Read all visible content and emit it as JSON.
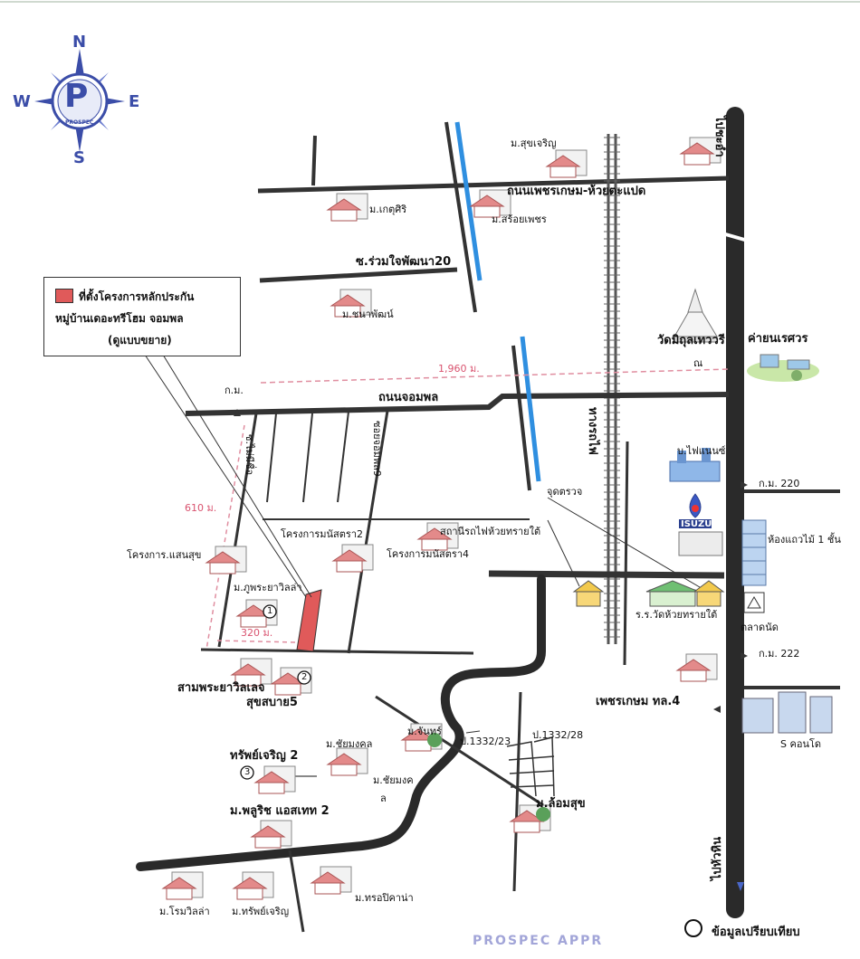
{
  "compass": {
    "n": "N",
    "s": "S",
    "e": "E",
    "w": "W",
    "logo_letter": "P",
    "logo_text": "PROSPEC",
    "accent_color": "#3b4da8"
  },
  "legend": {
    "line1": "ที่ตั้งโครงการหลักประกัน",
    "line2": "หมู่บ้านเดอะทรีโฮม จอมพล",
    "line3": "(ดูแบบขยาย)",
    "swatch_color": "#e05a5a"
  },
  "roads": {
    "to_north": "ไปชะอำ",
    "to_south": "ไปหัวหิน",
    "petchkasem_huaytapad": "ถนนเพชรเกษม-ห้วยตะแปด",
    "soi_ruamjai": "ซ.ร่วมใจพัฒนา20",
    "jompol_road": "ถนนจอมพล",
    "railway": "ทางรถไฟ",
    "soi_jompol9": "ซอยจอมพล9",
    "soi_maimeechue": "ซ.ไม่มีชื่อ",
    "km_label": "ก.ม.",
    "km220": "ก.ม. 220",
    "km222": "ก.ม. 222",
    "petchkasem_main": "เพชรเกษม ทล.4",
    "road_1332_23": "ป.1332/23",
    "road_1332_28": "ป.1332/28",
    "suksabai5": "สุขสบาย5",
    "checkpoint": "จุดตรวจ"
  },
  "distances": {
    "d1960": "1,960 ม.",
    "d610": "610 ม.",
    "d320": "320 ม."
  },
  "places": {
    "suk_charoen": "ม.สุขเจริญ",
    "ketsiri": "ม.เกตุศิริ",
    "sroipetch": "ม.สร้อยเพชร",
    "chanapat": "ม.ชนาพัฒน์",
    "wat": "วัดมิถุลเทววรี",
    "wat_suffix": "ณ",
    "camp": "ค่ายนเรศวร",
    "power": "บ.ไฟแนนซ์",
    "isuzu": "ISUZU",
    "shophouse": "ห้องแถวไม้ 1 ชั้น",
    "natra2": "โครงการมนัสตรา2",
    "natra4": "โครงการมนัสตรา4",
    "station": "สถานีรถไฟห้วยทรายใต้",
    "sansuk": "โครงการ.แสนสุข",
    "phuphraya": "ม.ภูพระยาวิลล่า",
    "school": "ร.ร.วัดห้วยทรายใต้",
    "market": "ตลาดนัด",
    "sampraya": "สามพระยาวิลเลจ",
    "chaimongkol": "ม.ชัยมงคล",
    "chanthip": "ม.จันทร์",
    "chaimongkol2": "ม.ชัยมงค",
    "chaimongkol2_suffix": "ล",
    "sap_charoen2": "ทรัพย์เจริญ 2",
    "pluis": "ม.พลูริช แอสเทท 2",
    "lomsuk": "ม.ล้อมสุข",
    "s_condo": "S คอนโด",
    "romvilla": "ม.โรมวิลล่า",
    "sap_charoen": "ม.ทรัพย์เจริญ",
    "tropicana": "ม.ทรอปิคาน่า"
  },
  "markers": {
    "one": "1",
    "two": "2",
    "three": "3"
  },
  "footer": {
    "legend_text": "ข้อมูลเปรียบเทียบ",
    "stamp": "PROSPEC APPR"
  }
}
